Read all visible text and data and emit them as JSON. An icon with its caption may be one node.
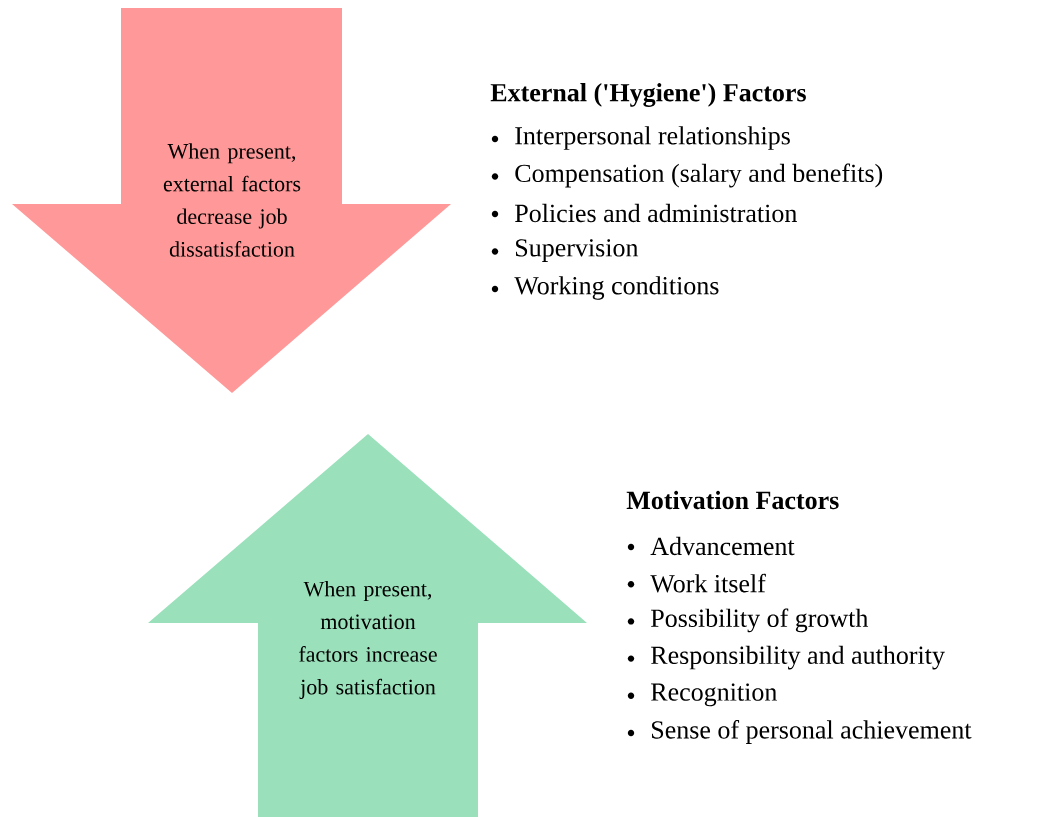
{
  "diagram": {
    "nodes": [
      {
        "text": [
          "When present, external factors decrease job dissatisfaction"
        ]
      },
      {
        "text": [
          "When present, motivation factors increase job satisfaction"
        ]
      }
    ],
    "labels": [
      "External ('Hygiene') Factors",
      "Interpersonal relationships",
      "Compensation (salary and benefits)",
      "Policies and administration",
      "Supervision",
      "Working conditions",
      "Motivation Factors",
      "Advancement",
      "Work itself",
      "Possibility of growth",
      "Responsibility and authority",
      "Recognition",
      "Sense of personal achievement"
    ]
  }
}
